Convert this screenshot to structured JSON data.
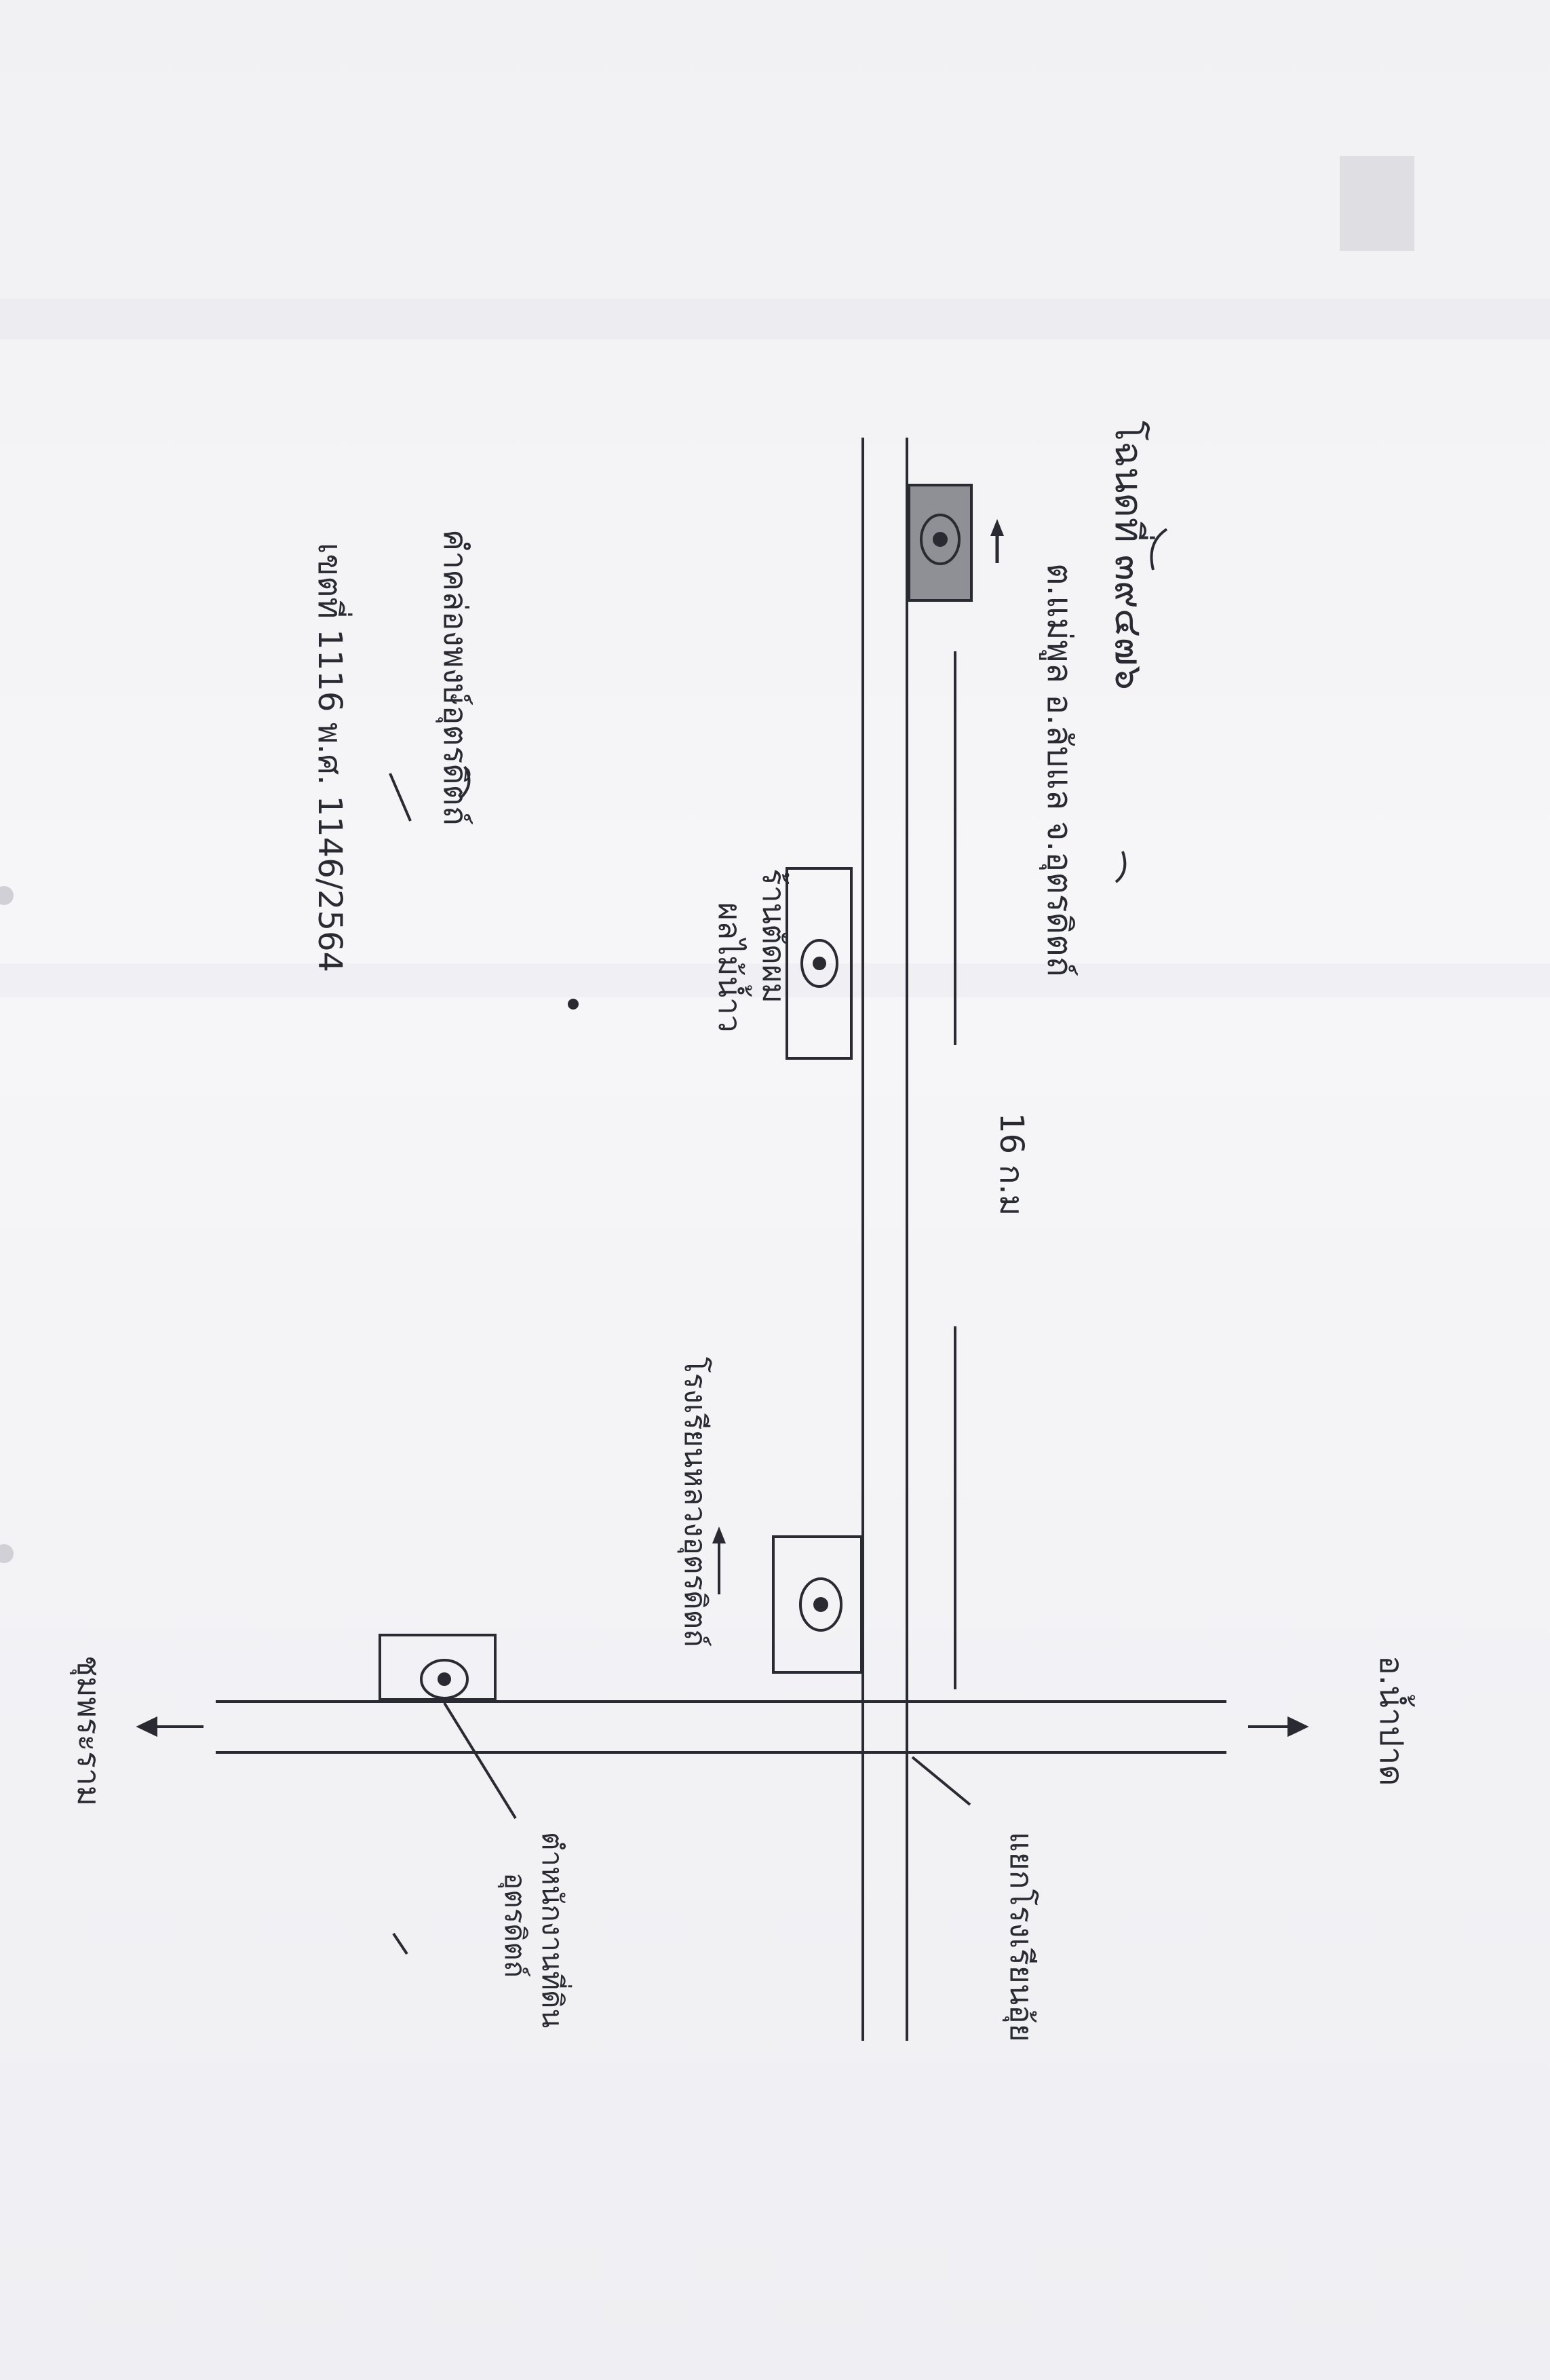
{
  "map": {
    "title_line1": "โฉนดที่ ๓๙๔๗๖",
    "title_line2": "ต.แม่พูล อ.ลับแล จ.อุตรดิตถ์",
    "distance_label": "16 ก.ม",
    "shop_label_line1": "ร้านตัดผม",
    "shop_label_line2": "ผลไม้น้ำว",
    "school_label": "โรงเรียนหลวงอุตรดิตถ์",
    "signature_line1": "คำคล่องพงษ์อุตรดิตถ์",
    "signature_line2": "เขตที่ 1116 พ.ศ. 1146/2564",
    "direction_top": "อ.น้ำปาด",
    "direction_bottom": "ชุมพระราม",
    "junction_label": "แยกโรงเรียนอุ้ย",
    "landmark_label_line1": "ตำหนักงานที่ดิน",
    "landmark_label_line2": "อุตรดิตถ์"
  },
  "colors": {
    "ink": "#2a2a33",
    "shading": "#8f8f96",
    "paper": "#f4f4f7"
  }
}
